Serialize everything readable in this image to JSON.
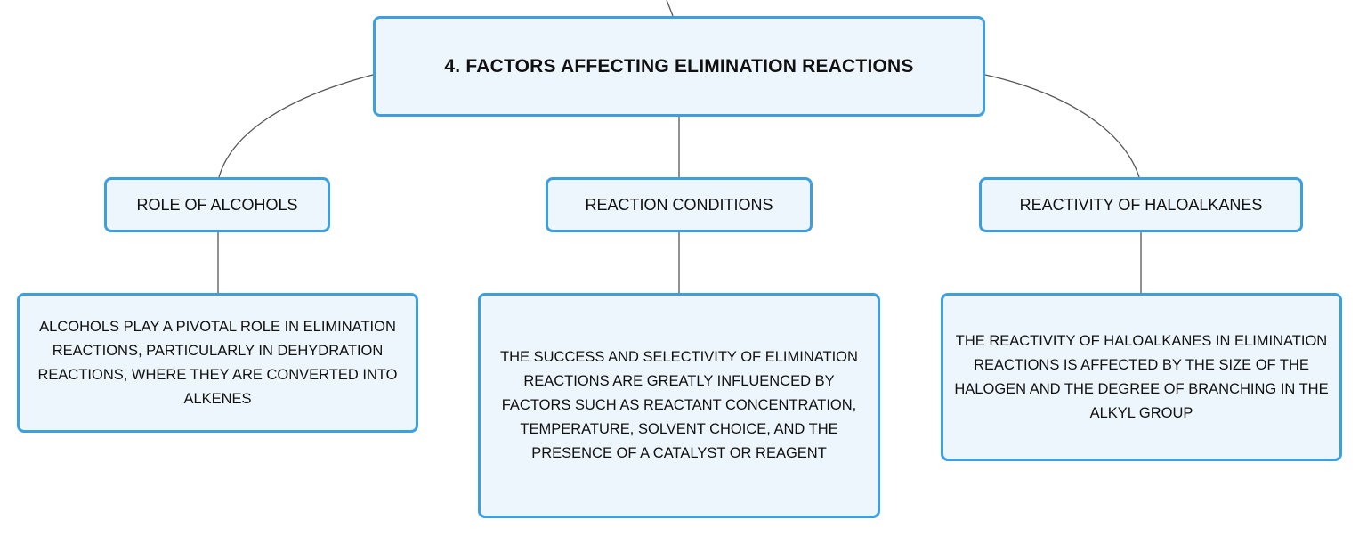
{
  "root": {
    "title": "4. FACTORS AFFECTING ELIMINATION REACTIONS"
  },
  "branches": [
    {
      "label": "ROLE OF ALCOHOLS",
      "detail": "ALCOHOLS PLAY A PIVOTAL ROLE IN ELIMINATION REACTIONS, PARTICULARLY IN DEHYDRATION REACTIONS, WHERE THEY ARE CONVERTED INTO ALKENES"
    },
    {
      "label": "REACTION CONDITIONS",
      "detail": "THE SUCCESS AND SELECTIVITY OF ELIMINATION REACTIONS ARE GREATLY INFLUENCED BY FACTORS SUCH AS REACTANT CONCENTRATION, TEMPERATURE, SOLVENT CHOICE, AND THE PRESENCE OF A CATALYST OR REAGENT"
    },
    {
      "label": "REACTIVITY OF HALOALKANES",
      "detail": "THE REACTIVITY OF HALOALKANES IN ELIMINATION REACTIONS IS AFFECTED BY THE SIZE OF THE HALOGEN AND THE DEGREE OF BRANCHING IN THE ALKYL GROUP"
    }
  ],
  "colors": {
    "node_border": "#3d9ee0",
    "node_fill": "#eef6fd",
    "connector": "#555555"
  }
}
